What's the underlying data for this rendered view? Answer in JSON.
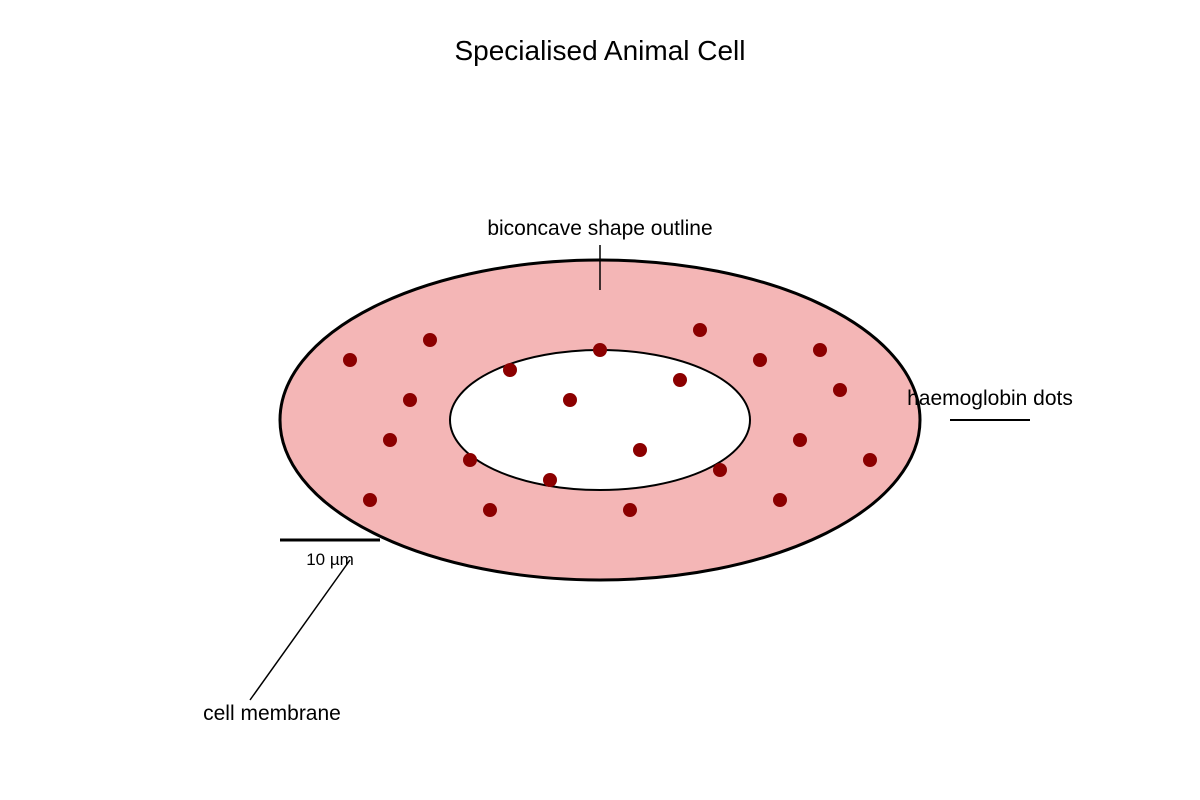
{
  "title": "Specialised Animal Cell",
  "labels": {
    "biconcave": "biconcave shape outline",
    "haemoglobin": "haemoglobin dots",
    "membrane": "cell membrane",
    "scale": "10 µm"
  },
  "colors": {
    "cytoplasm": "#f4b6b6",
    "outline": "#000000",
    "center": "#ffffff",
    "haemoglobin": "#8b0000"
  }
}
